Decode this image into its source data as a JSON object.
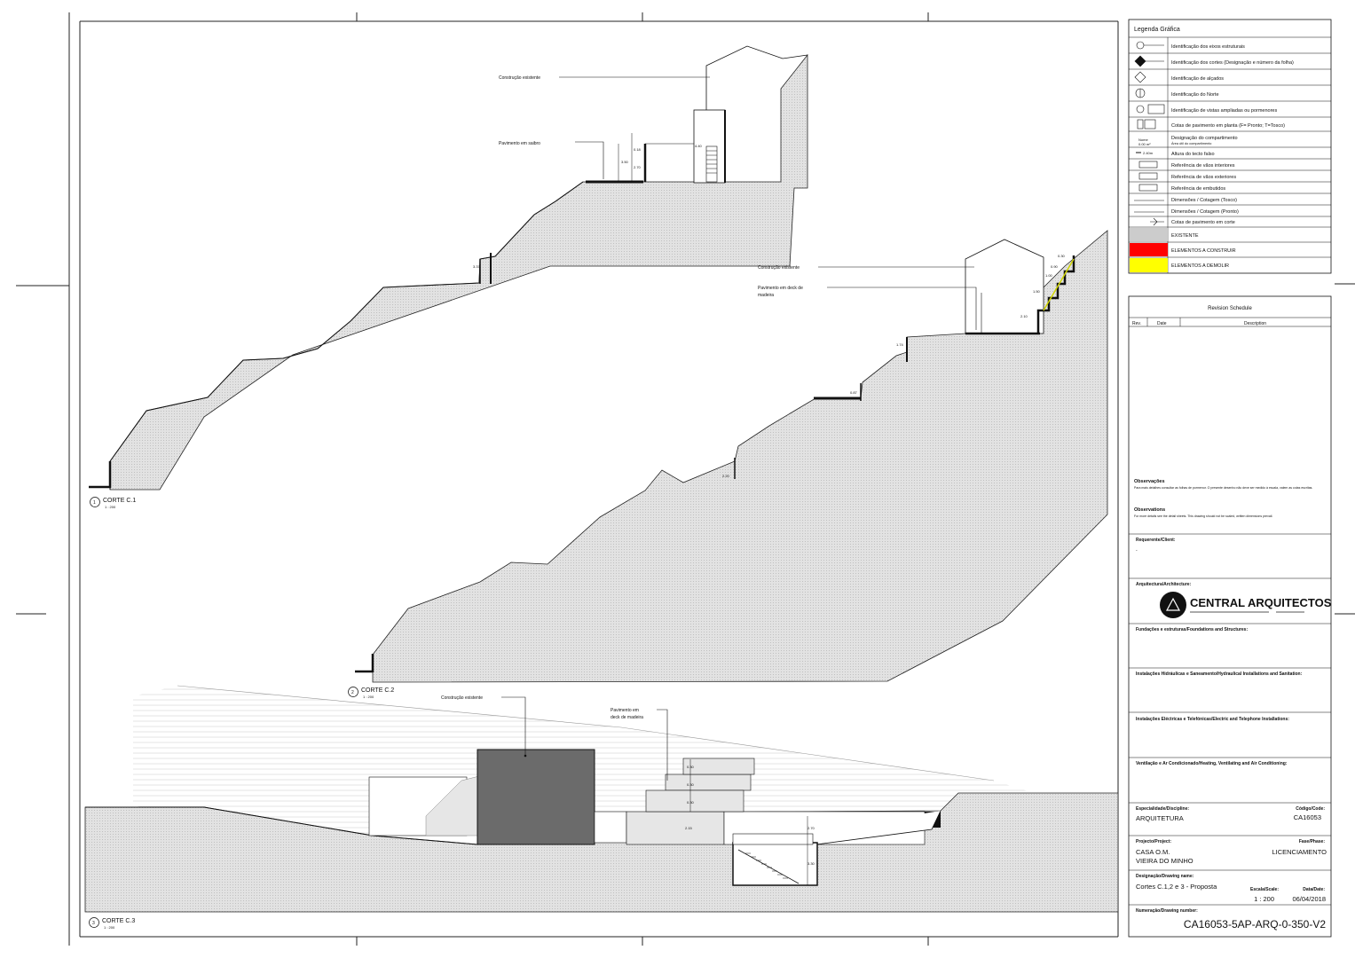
{
  "sections": [
    {
      "number": "1",
      "title": "CORTE C.1",
      "scale": "1 : 200",
      "labels": {
        "existing": "Construção existente",
        "floor": "Pavimento em saibro"
      },
      "dims": [
        "3.50",
        "2.70",
        "4.40",
        "0.18",
        "3.37"
      ]
    },
    {
      "number": "2",
      "title": "CORTE C.2",
      "scale": "1 : 200",
      "labels": {
        "existing": "Construção existente",
        "floor_line1": "Pavimento em deck de",
        "floor_line2": "madeira"
      },
      "dims": [
        "2.10",
        "1.50",
        "1.00",
        "0.90",
        "0.30",
        "1.74",
        "0.87",
        "2.20"
      ]
    },
    {
      "number": "3",
      "title": "CORTE C.3",
      "scale": "1 : 200",
      "labels": {
        "existing": "Construção existente",
        "floor_line1": "Pavimento em",
        "floor_line2": "deck de madeira"
      },
      "dims": [
        "0.30",
        "0.30",
        "0.30",
        "2.15",
        "2.70",
        "3.30"
      ]
    }
  ],
  "legend": {
    "title": "Legenda Gráfica",
    "rows": [
      "Identificação dos eixos estruturais",
      "Identificação dos cortes (Designação e número da folha)",
      "Identificação de alçados",
      "Identificação do Norte",
      "Identificação de vistas ampliadas ou pormenores",
      "Cotas de pavimento em planta (F= Pronto; T=Tosco)",
      "Designação do compartimento",
      "Altura do tecto falso",
      "Referência de vãos interiores",
      "Referência de vãos exteriores",
      "Referência de embutidos",
      "Dimensões / Cotagem (Tosco)",
      "Dimensões / Cotagem (Pronto)",
      "Cotas de pavimento em corte"
    ],
    "room_name": "Nome",
    "room_area": "0.00 m²",
    "room_area_note": "Área útil do compartimento",
    "ceiling_symbol": "2.40m",
    "swatches": [
      {
        "label": "EXISTENTE",
        "color": "#cccccc"
      },
      {
        "label": "ELEMENTOS A CONSTRUIR",
        "color": "#ff0000"
      },
      {
        "label": "ELEMENTOS A DEMOLIR",
        "color": "#ffff00"
      }
    ]
  },
  "revision": {
    "title": "Revision Schedule",
    "col_rev": "Rev.",
    "col_date": "Date",
    "col_desc": "Description"
  },
  "notes": {
    "pt_title": "Observações",
    "pt_text": "Para mais detalhes consultar as folhas de pormenor. O presente desenho não deve ser medido à escala, valem as cotas escritas.",
    "en_title": "Observations",
    "en_text": "For more details see the detail sheets. This drawing should not be scaled, written dimensions prevail."
  },
  "title_block": {
    "client_label": "Requerente/Client:",
    "client_value": "-",
    "architect_label": "Arquitectura/Architecture:",
    "logo_text": "CENTRAL ARQUITECTOS",
    "foundations_label": "Fundações e estruturas/Foundations and Structures:",
    "hydraulic_label": "Instalações Hidráulicas e Saneamento/Hydraulical Installations and Sanitation:",
    "electric_label": "Instalações Eléctricas e Telefónicas/Electric and Telephone Installations:",
    "hvac_label": "Ventilação e Ar Condicionado/Heating, Ventilating and Air Conditioning:",
    "specialty_label": "Especialidade/Discipline:",
    "specialty_value": "ARQUITETURA",
    "code_label": "Código/Code:",
    "code_value": "CA16053",
    "project_label": "Projecto/Project:",
    "project_line1": "CASA O.M.",
    "project_line2": "VIEIRA DO MINHO",
    "phase_label": "Fase/Phase:",
    "phase_value": "LICENCIAMENTO",
    "drawing_label": "Designação/Drawing name:",
    "drawing_value": "Cortes C.1,2 e 3 - Proposta",
    "scale_label": "Escala/Scale:",
    "scale_value": "1 : 200",
    "date_label": "Data/Date:",
    "date_value": "06/04/2018",
    "number_label": "Numeração/Drawing number:",
    "number_value": "CA16053-5AP-ARQ-0-350-V2"
  }
}
